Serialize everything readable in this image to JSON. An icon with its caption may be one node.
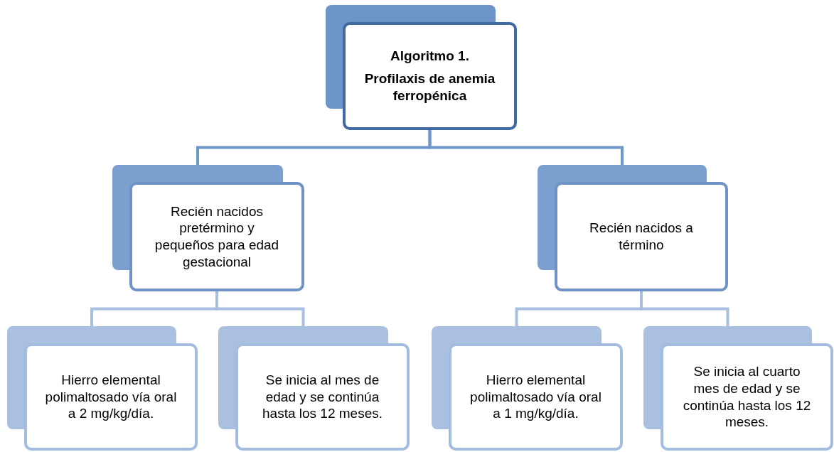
{
  "diagram": {
    "nodes": [
      {
        "text": [
          "Algoritmo 1.",
          "Profilaxis de anemia ferropénica"
        ]
      },
      {
        "text": [
          "Recién nacidos pretérmino y pequeños para edad gestacional"
        ]
      },
      {
        "text": [
          "Recién nacidos a término"
        ]
      },
      {
        "text": [
          "Hierro elemental polimaltosado vía oral a 2 mg/kg/día."
        ]
      },
      {
        "text": [
          "Se inicia al mes de edad y se continúa hasta los 12 meses."
        ]
      },
      {
        "text": [
          "Hierro elemental polimaltosado vía oral a 1 mg/kg/día."
        ]
      },
      {
        "text": [
          "Se inicia al cuarto mes de edad y se continúa hasta los 12 meses."
        ]
      }
    ],
    "edges": [
      {
        "from": 0,
        "to": 1,
        "arrow": "none",
        "color": "#6f96c8"
      },
      {
        "from": 0,
        "to": 2,
        "arrow": "none",
        "color": "#6f96c8"
      },
      {
        "from": 1,
        "to": 3,
        "arrow": "none"
      },
      {
        "from": 1,
        "to": 4,
        "arrow": "none"
      },
      {
        "from": 2,
        "to": 5,
        "arrow": "none"
      },
      {
        "from": 2,
        "to": 6,
        "arrow": "none"
      }
    ]
  }
}
